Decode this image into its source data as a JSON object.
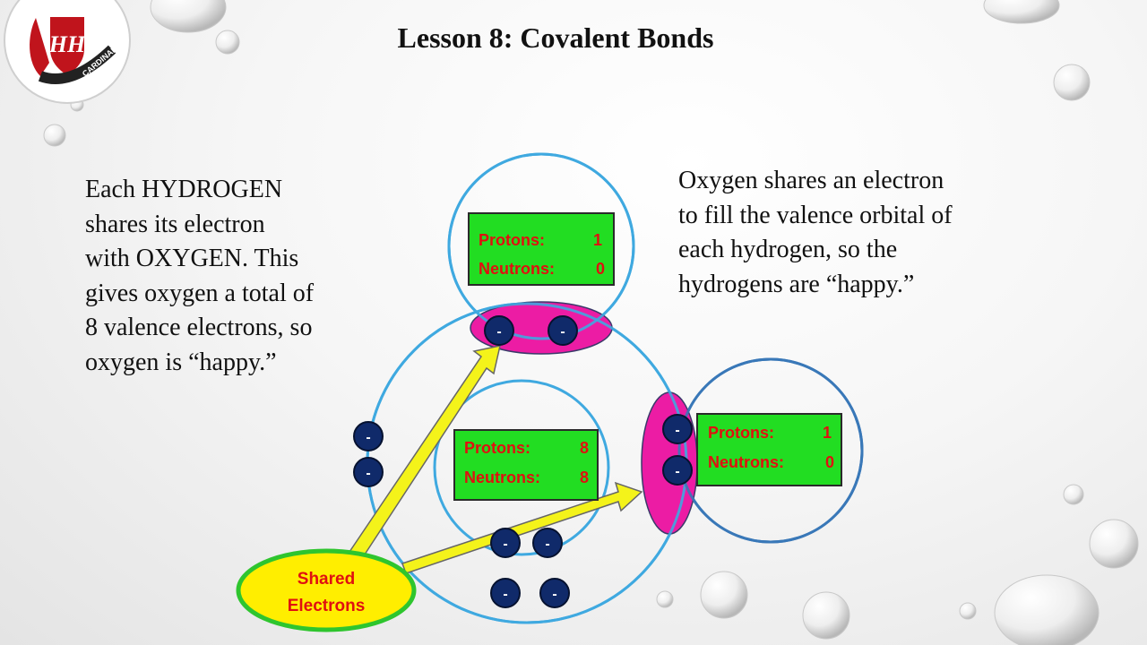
{
  "title": "Lesson 8:  Covalent Bonds",
  "left_text": {
    "lines": [
      "Each HYDROGEN",
      "shares its electron",
      "with OXYGEN.  This",
      "gives oxygen a total of",
      "8 valence electrons, so",
      "oxygen is “happy.”"
    ]
  },
  "right_text": {
    "lines": [
      "Oxygen shares an electron",
      "to fill the valence orbital of",
      "each hydrogen, so the",
      "hydrogens are “happy.”"
    ]
  },
  "top_hydrogen": {
    "protons_label": "Protons:",
    "protons_value": "1",
    "neutrons_label": "Neutrons:",
    "neutrons_value": "0"
  },
  "right_hydrogen": {
    "protons_label": "Protons:",
    "protons_value": "1",
    "neutrons_label": "Neutrons:",
    "neutrons_value": "0"
  },
  "oxygen": {
    "protons_label": "Protons:",
    "protons_value": "8",
    "neutrons_label": "Neutrons:",
    "neutrons_value": "8"
  },
  "shared_label": {
    "line1": "Shared",
    "line2": "Electrons"
  },
  "electron_symbol": "-",
  "logo": {
    "letters": "HH",
    "text": "CARDINALS"
  },
  "colors": {
    "orbit": "#3fa9e0",
    "box_fill": "#22dd22",
    "box_text": "#e01010",
    "bond": "#ec1ca4",
    "electron": "#102a6a",
    "arrow": "#f4f31a",
    "shared_fill": "#ffee00",
    "shared_border": "#2ec52e",
    "shared_text": "#e01010"
  }
}
